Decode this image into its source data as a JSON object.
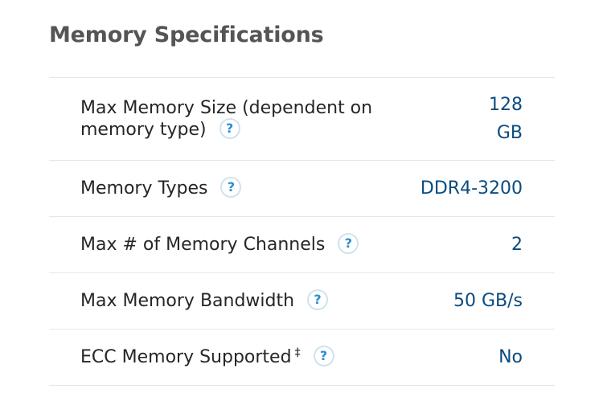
{
  "section": {
    "title": "Memory Specifications"
  },
  "icons": {
    "help_glyph": "?"
  },
  "specs": [
    {
      "label": "Max Memory Size (dependent on memory type)",
      "value": "128 GB"
    },
    {
      "label": "Memory Types",
      "value": "DDR4-3200"
    },
    {
      "label": "Max # of Memory Channels",
      "value": "2"
    },
    {
      "label": "Max Memory Bandwidth",
      "value": "50 GB/s"
    },
    {
      "label": "ECC Memory Supported",
      "footnote": "‡",
      "value": "No"
    }
  ],
  "colors": {
    "title": "#555555",
    "label": "#262626",
    "value": "#0a4b7f",
    "help_icon": "#2a8fd0",
    "divider": "#e6e6e6"
  }
}
